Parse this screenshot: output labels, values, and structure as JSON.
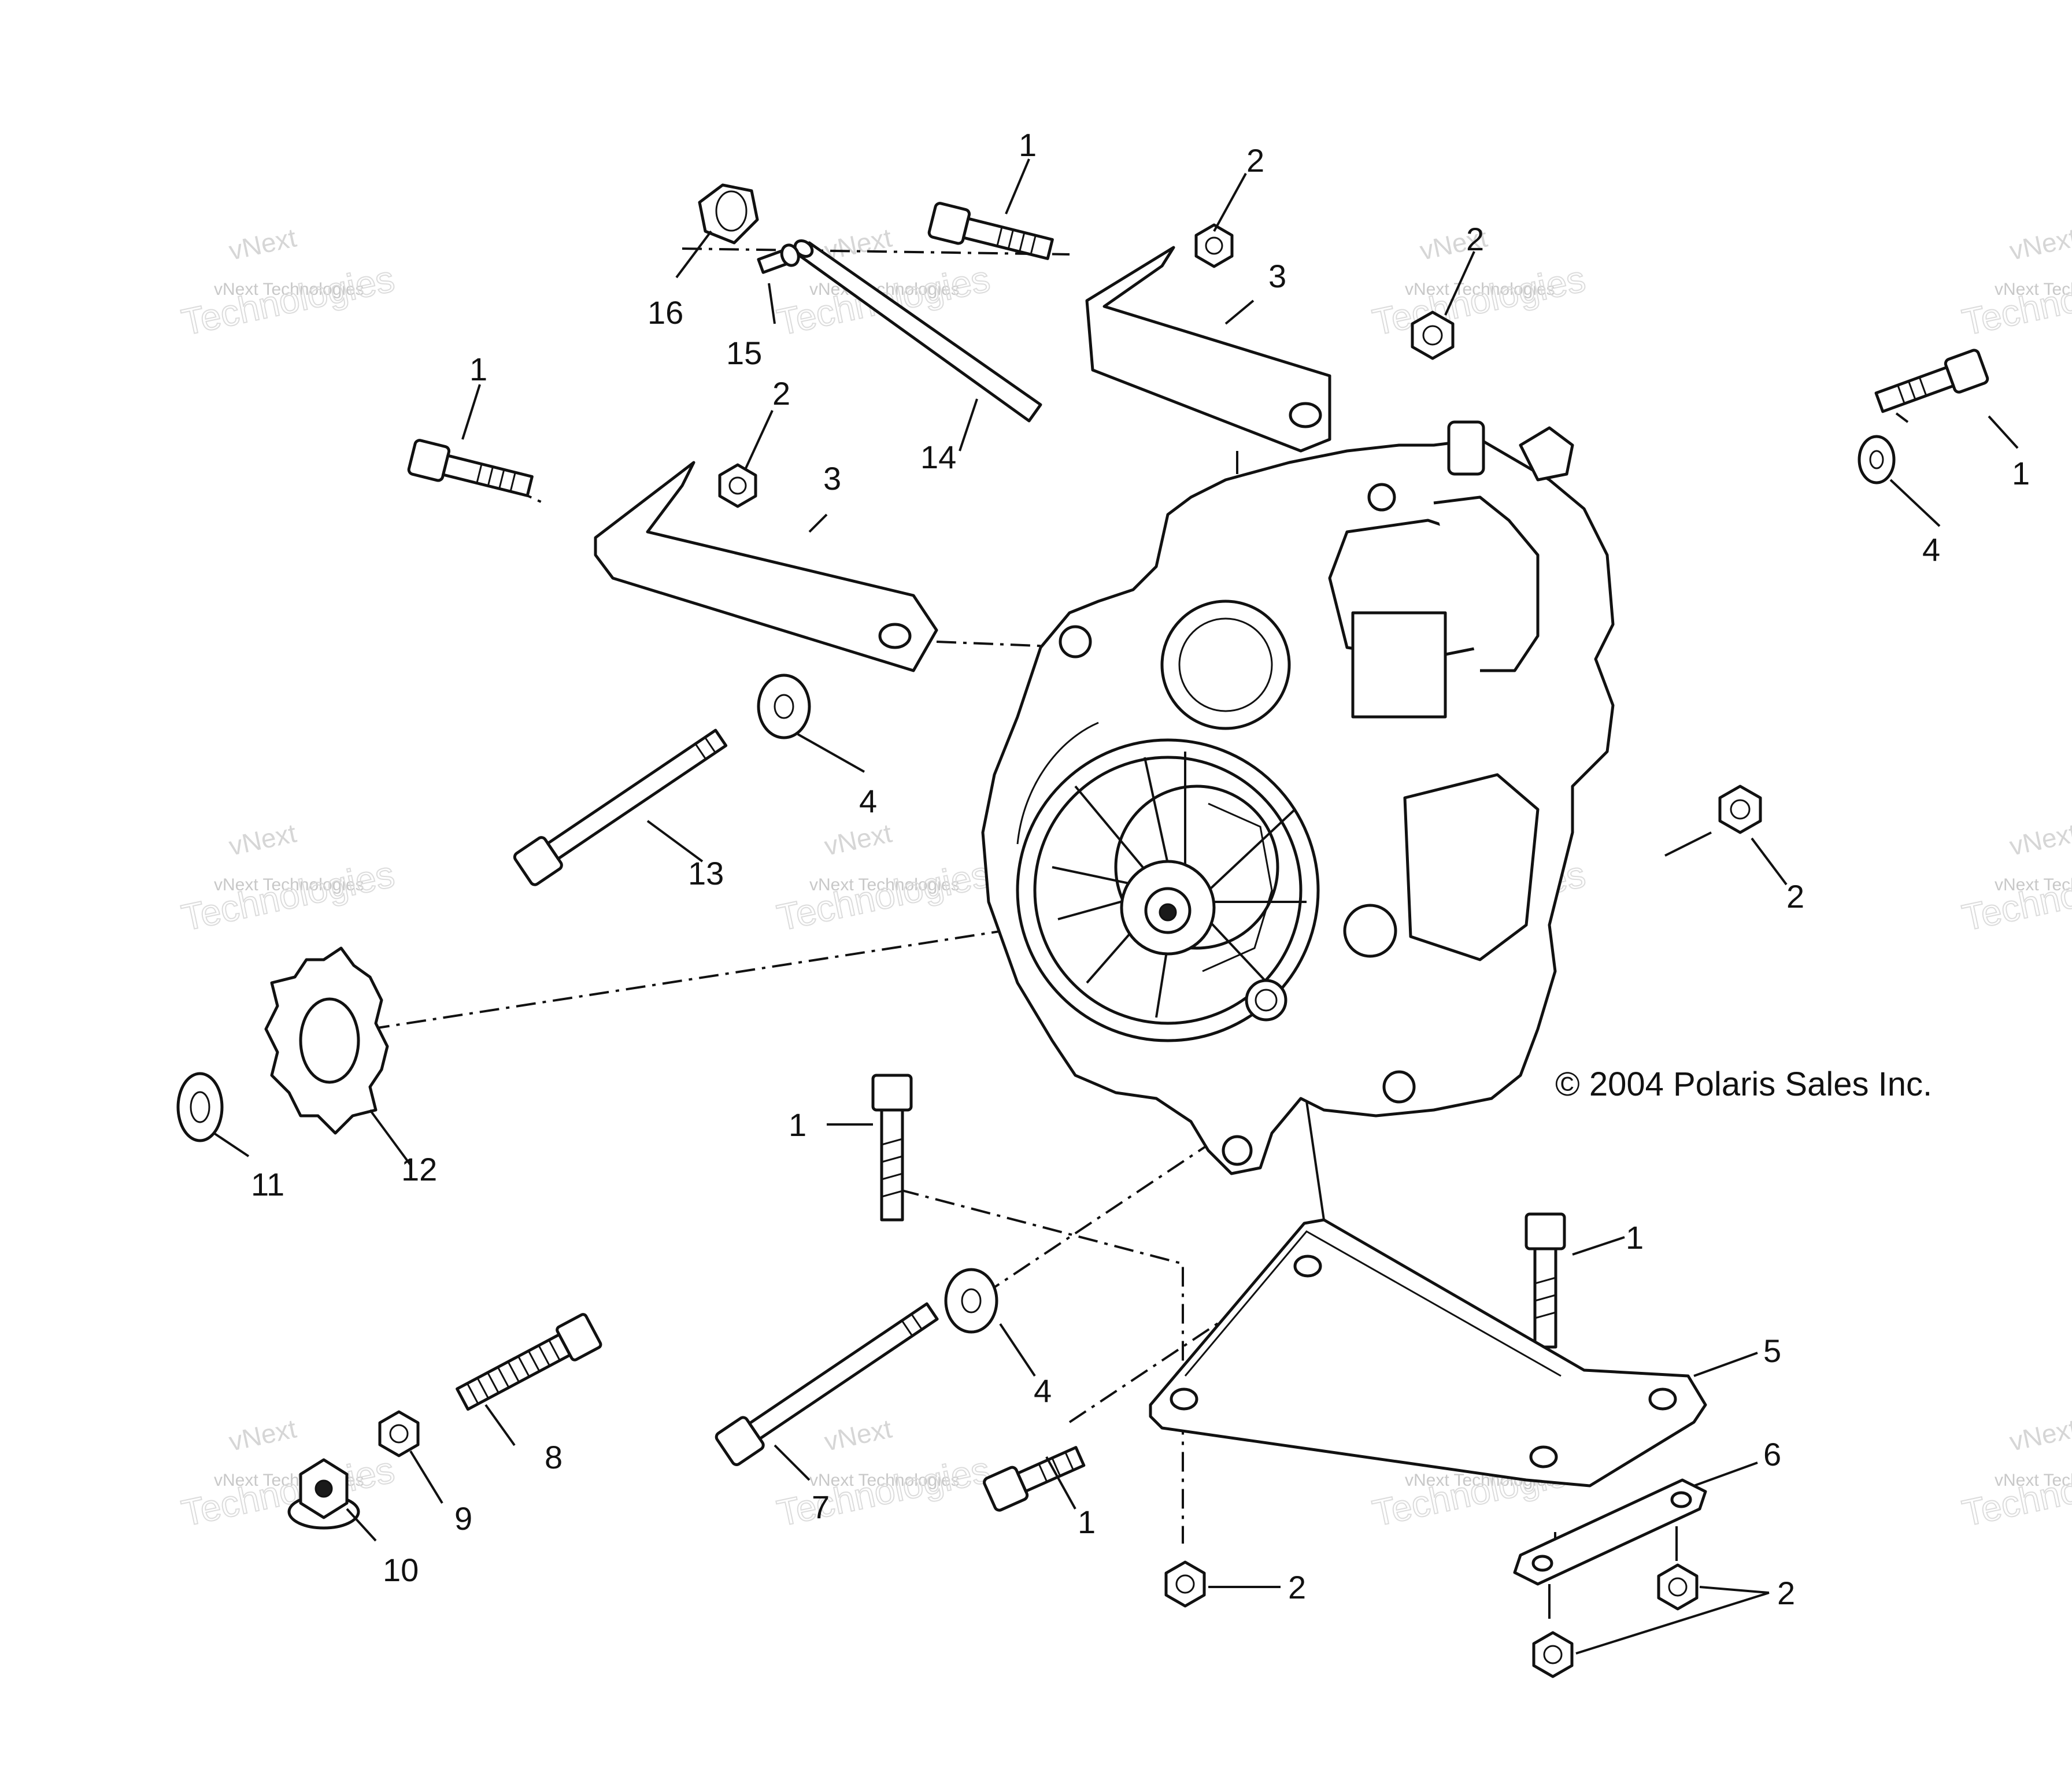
{
  "diagram": {
    "copyright": "© 2004 Polaris Sales Inc.",
    "watermark": {
      "brand": "vNext",
      "company": "vNext Technologies",
      "word": "Technologies"
    },
    "callouts": [
      {
        "id": "c1a",
        "label": "1"
      },
      {
        "id": "c1b",
        "label": "1"
      },
      {
        "id": "c1c",
        "label": "1"
      },
      {
        "id": "c1d",
        "label": "1"
      },
      {
        "id": "c1e",
        "label": "1"
      },
      {
        "id": "c1f",
        "label": "1"
      },
      {
        "id": "c2a",
        "label": "2"
      },
      {
        "id": "c2b",
        "label": "2"
      },
      {
        "id": "c2c",
        "label": "2"
      },
      {
        "id": "c2d",
        "label": "2"
      },
      {
        "id": "c2e",
        "label": "2"
      },
      {
        "id": "c2f",
        "label": "2"
      },
      {
        "id": "c3a",
        "label": "3"
      },
      {
        "id": "c3b",
        "label": "3"
      },
      {
        "id": "c4a",
        "label": "4"
      },
      {
        "id": "c4b",
        "label": "4"
      },
      {
        "id": "c4c",
        "label": "4"
      },
      {
        "id": "c5",
        "label": "5"
      },
      {
        "id": "c6",
        "label": "6"
      },
      {
        "id": "c7",
        "label": "7"
      },
      {
        "id": "c8",
        "label": "8"
      },
      {
        "id": "c9",
        "label": "9"
      },
      {
        "id": "c10",
        "label": "10"
      },
      {
        "id": "c11",
        "label": "11"
      },
      {
        "id": "c12",
        "label": "12"
      },
      {
        "id": "c13",
        "label": "13"
      },
      {
        "id": "c14",
        "label": "14"
      },
      {
        "id": "c15",
        "label": "15"
      },
      {
        "id": "c16",
        "label": "16"
      }
    ]
  }
}
